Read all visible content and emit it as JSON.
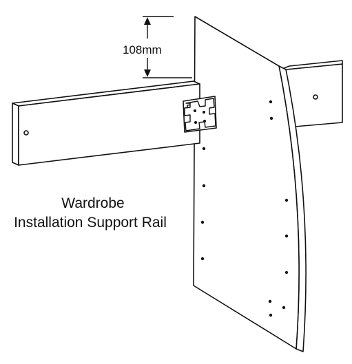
{
  "dimension_label": "108mm",
  "caption": {
    "line1": "Wardrobe",
    "line2": "Installation Support Rail"
  },
  "colors": {
    "stroke": "#111111",
    "fill": "#ffffff"
  }
}
